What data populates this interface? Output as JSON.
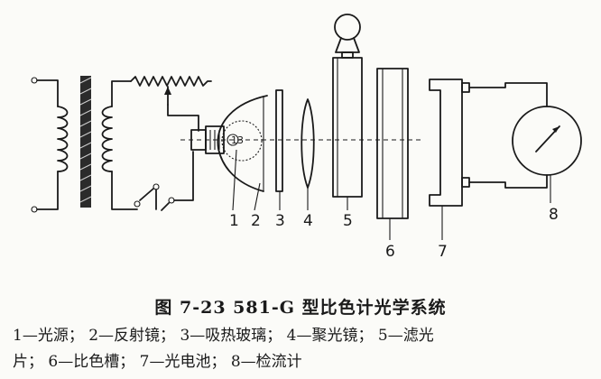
{
  "figure": {
    "bulb_label": "13",
    "part_numbers": [
      "1",
      "2",
      "3",
      "4",
      "5",
      "6",
      "7",
      "8"
    ]
  },
  "caption": {
    "title": "图 7-23   581-G 型比色计光学系统",
    "legend_line1": "1—光源； 2—反射镜； 3—吸热玻璃； 4—聚光镜； 5—滤光",
    "legend_line2": "片； 6—比色槽； 7—光电池； 8—检流计"
  }
}
